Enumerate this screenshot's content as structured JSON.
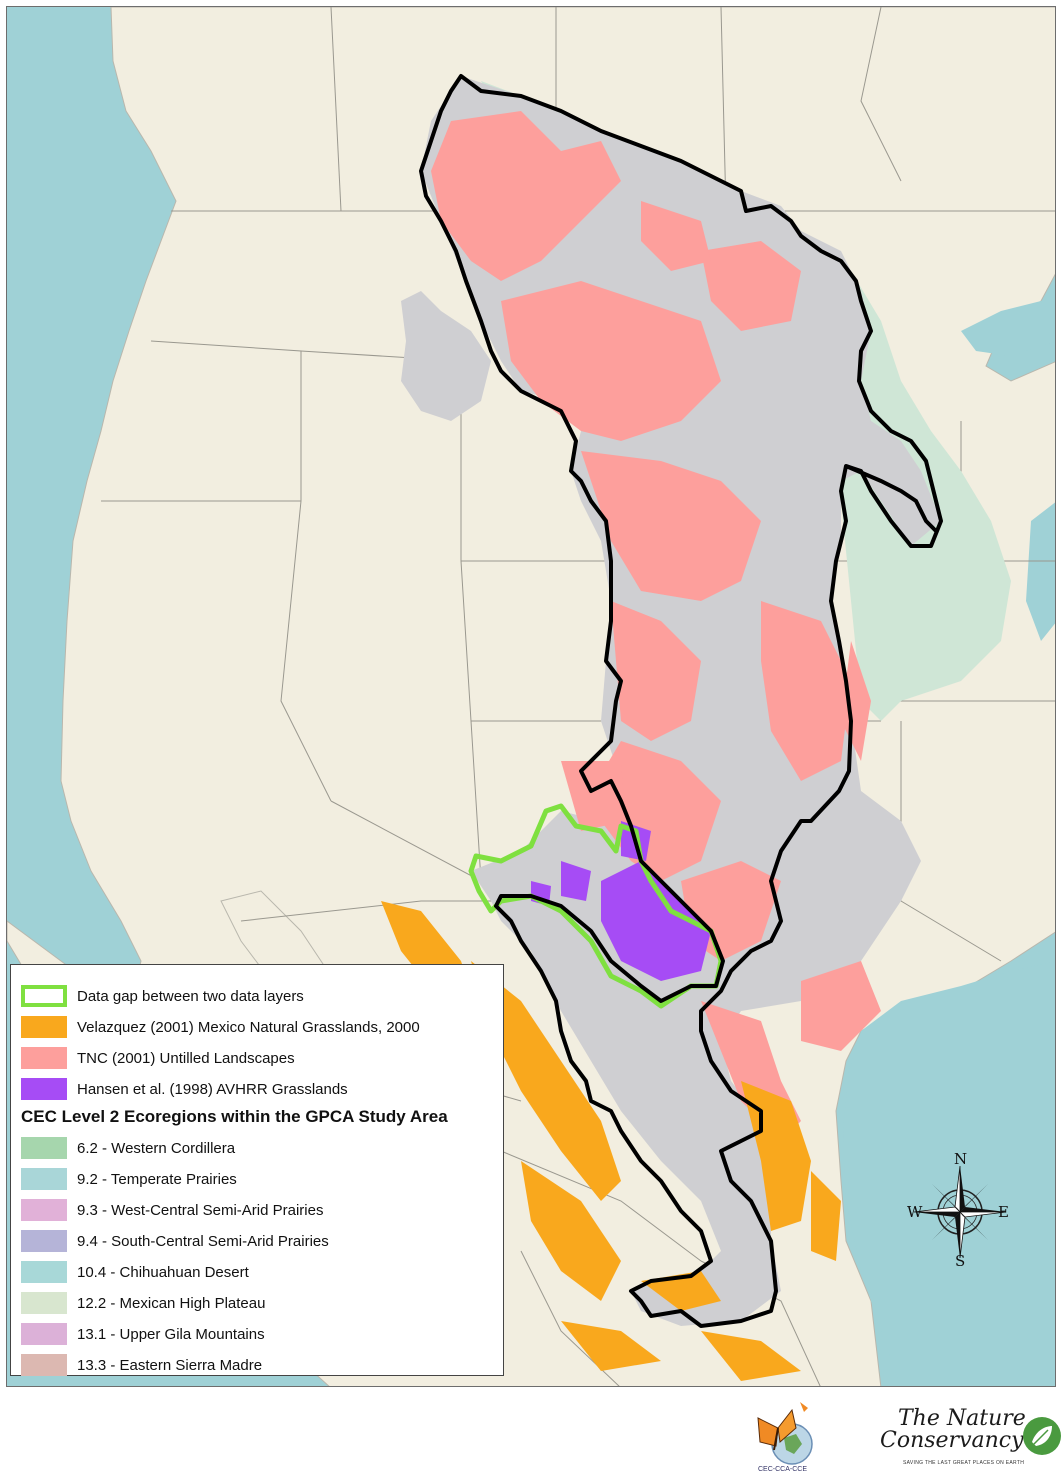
{
  "legend": {
    "items": [
      {
        "label": "Data gap between two data layers",
        "fill": "#ffffff",
        "border": "#7fe040"
      },
      {
        "label": "Velazquez (2001) Mexico Natural Grasslands, 2000",
        "fill": "#f9a81d",
        "border": "#f9a81d"
      },
      {
        "label": "TNC (2001) Untilled Landscapes",
        "fill": "#fd9f9c",
        "border": "#fd9f9c"
      },
      {
        "label": "Hansen et al. (1998) AVHRR Grasslands",
        "fill": "#a64cf5",
        "border": "#a64cf5"
      }
    ],
    "title": "CEC Level 2 Ecoregions within the GPCA Study Area",
    "ecoregions": [
      {
        "label": "6.2 - Western Cordillera",
        "fill": "#a6d6ad"
      },
      {
        "label": "9.2 - Temperate Prairies",
        "fill": "#a9d6d8"
      },
      {
        "label": "9.3 - West-Central Semi-Arid Prairies",
        "fill": "#e1b1d8"
      },
      {
        "label": "9.4 - South-Central Semi-Arid Prairies",
        "fill": "#b5b4d8"
      },
      {
        "label": "10.4 - Chihuahuan Desert",
        "fill": "#a8d8d8"
      },
      {
        "label": "12.2 - Mexican High Plateau",
        "fill": "#d8e6cf"
      },
      {
        "label": "13.1 - Upper Gila Mountains",
        "fill": "#dcb1d8"
      },
      {
        "label": "13.3 - Eastern Sierra Madre",
        "fill": "#dcb8b1"
      }
    ]
  },
  "compass": {
    "north": "N",
    "south": "S",
    "east": "E",
    "west": "W"
  },
  "logos": {
    "tnc_line1": "The Nature",
    "tnc_line2": "Conservancy",
    "tnc_tagline": "SAVING THE LAST GREAT PLACES ON EARTH",
    "cec_text": "CEC-CCA-CCE"
  },
  "colors": {
    "water": "#9fd1d6",
    "land": "#f2eee0",
    "study_area": "#cfcfd2",
    "boundary": "#000000"
  }
}
